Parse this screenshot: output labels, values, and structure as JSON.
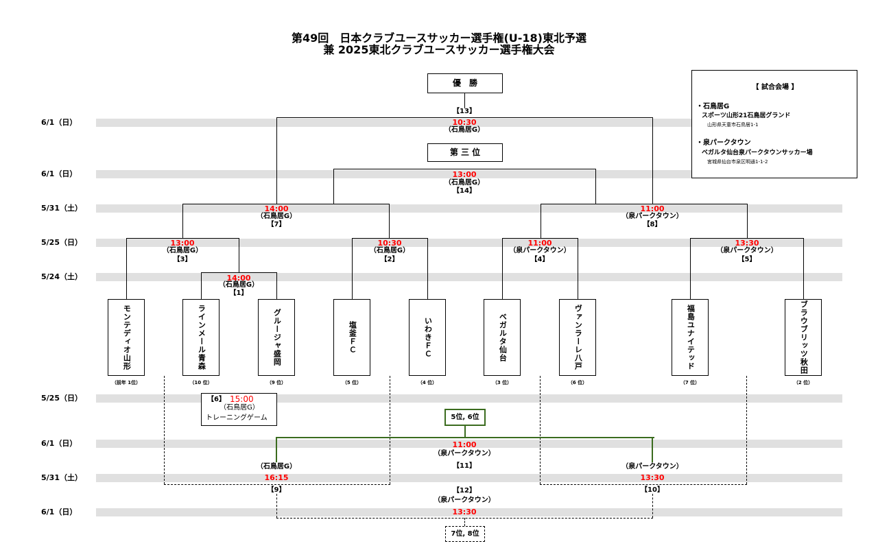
{
  "title": {
    "line1": "第49回　日本クラブユースサッカー選手権(U-18)東北予選",
    "line2": "兼 2025東北クラブユースサッカー選手権大会"
  },
  "top_boxes": {
    "champion": "優　勝",
    "third_place": "第 三 位"
  },
  "venue_box": {
    "heading": "【 試合会場 】",
    "venues": [
      {
        "short": "・石鳥居G",
        "name": "スポーツ山形21石鳥居グランド",
        "address": "山形県天童市石鳥居1-1"
      },
      {
        "short": "・泉パークタウン",
        "name": "ベガルタ仙台泉パークタウンサッカー場",
        "address": "宮城県仙台市泉区明通1-1-2"
      }
    ]
  },
  "dates": [
    "6/1（日）",
    "6/1（日）",
    "5/31（土）",
    "5/25（日）",
    "5/24（土）",
    "5/25（日）",
    "6/1（日）",
    "5/31（土）",
    "6/1（日）"
  ],
  "matches": {
    "m13": {
      "no": "【13】",
      "time": "10:30",
      "venue": "（石鳥居G）"
    },
    "m14": {
      "time": "13:00",
      "venue": "（石鳥居G）",
      "no": "【14】"
    },
    "m7": {
      "time": "14:00",
      "venue": "（石鳥居G）",
      "no": "【7】"
    },
    "m8": {
      "time": "11:00",
      "venue": "（泉パークタウン）",
      "no": "【8】"
    },
    "m3": {
      "time": "13:00",
      "venue": "（石鳥居G）",
      "no": "【3】"
    },
    "m2": {
      "time": "10:30",
      "venue": "（石鳥居G）",
      "no": "【2】"
    },
    "m4": {
      "time": "11:00",
      "venue": "（泉パークタウン）",
      "no": "【4】"
    },
    "m5": {
      "time": "13:30",
      "venue": "（泉パークタウン）",
      "no": "【5】"
    },
    "m1": {
      "time": "14:00",
      "venue": "（石鳥居G）",
      "no": "【1】"
    },
    "m11": {
      "time": "11:00",
      "venue": "（泉パークタウン）",
      "no": "【11】"
    },
    "m9": {
      "venue": "（石鳥居G）",
      "time": "16:15",
      "no": "【9】"
    },
    "m10": {
      "venue": "（泉パークタウン）",
      "time": "13:30",
      "no": "【10】"
    },
    "m12": {
      "no": "【12】",
      "venue": "（泉パークタウン）",
      "time": "13:30"
    }
  },
  "teams": [
    {
      "name": "モンテディオ山形",
      "rank": "（前年 1位）"
    },
    {
      "name": "ラインメール青森",
      "rank": "（10 位）"
    },
    {
      "name": "グルージャ盛岡",
      "rank": "（9 位）"
    },
    {
      "name": "塩釜ＦＣ",
      "rank": "（5 位）"
    },
    {
      "name": "いわきＦＣ",
      "rank": "（4 位）"
    },
    {
      "name": "ベガルタ仙台",
      "rank": "（3 位）"
    },
    {
      "name": "ヴァンラーレ八戸",
      "rank": "（6 位）"
    },
    {
      "name": "福島ユナイテッド",
      "rank": "（7 位）"
    },
    {
      "name": "ブラウブリッツ秋田",
      "rank": "（2 位）"
    }
  ],
  "training_game": {
    "no": "【6】",
    "time": "15:00",
    "venue": "（石鳥居G）",
    "label": "トレーニングゲーム"
  },
  "placement_boxes": {
    "fifth_sixth": "5位, 6位",
    "seventh_eighth": "7位, 8位"
  },
  "colors": {
    "time_red": "#ff0000",
    "band_gray": "#e0e0e0",
    "green_line": "#3a6b1e"
  }
}
